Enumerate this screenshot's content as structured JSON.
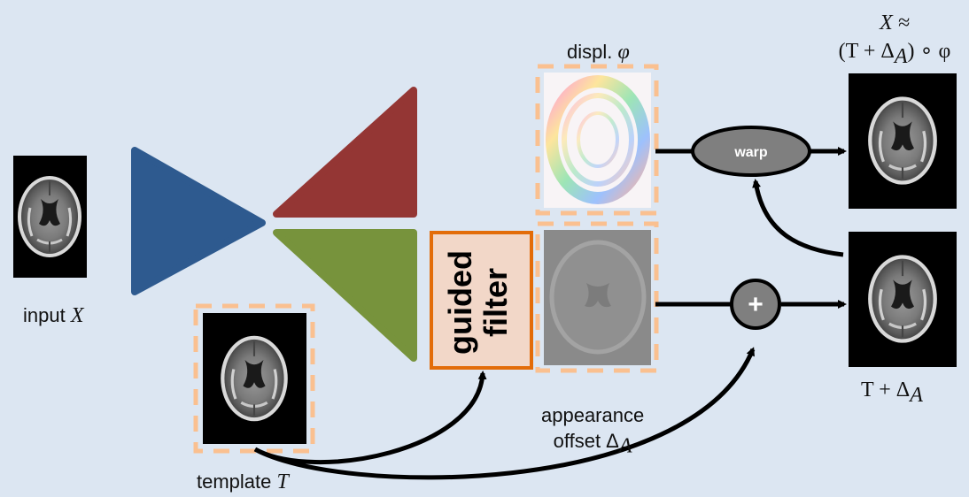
{
  "labels": {
    "input": "input",
    "input_var": "X",
    "template": "template",
    "template_var": "T",
    "displ": "displ.",
    "displ_var": "φ",
    "appearance_line1": "appearance",
    "appearance_line2": "offset Δ",
    "appearance_sub": "A",
    "top_formula_line1": "X ≈",
    "top_formula_line2": "(T + Δ",
    "top_formula_sub": "A",
    "top_formula_tail": ") ∘ φ",
    "bottom_formula": "T + Δ",
    "bottom_formula_sub": "A"
  },
  "nodes": {
    "warp": "warp",
    "plus": "+",
    "guided_line1": "guided",
    "guided_line2": "filter"
  },
  "colors": {
    "background": "#dce6f2",
    "encoder": "#2e5a8f",
    "decoder_displacement": "#943634",
    "decoder_appearance": "#77933c",
    "dashed_border": "#fac090",
    "filter_border": "#e36c09",
    "filter_fill": "#f2d7c8",
    "node_fill": "#7f7f7f"
  }
}
